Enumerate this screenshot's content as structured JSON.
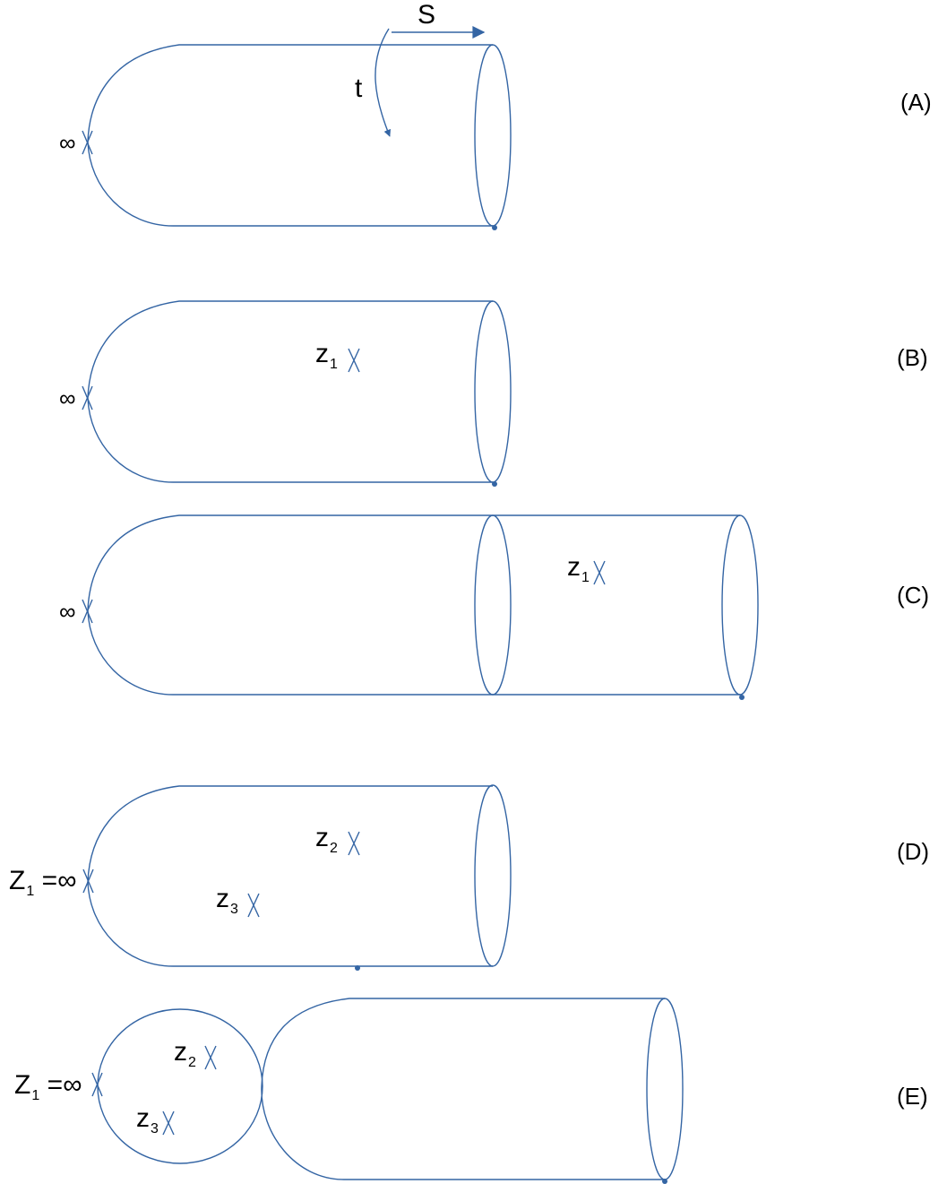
{
  "colors": {
    "line": "#3465a4",
    "text": "#000000",
    "background": "#ffffff"
  },
  "arrows": {
    "s_label": "S",
    "t_label": "t"
  },
  "symbols": {
    "infinity": "∞"
  },
  "marks": {
    "z_main": "z",
    "Z_main": "Z",
    "sub1": "1",
    "sub2": "2",
    "sub3": "3",
    "equals_inf": " =∞"
  },
  "panels": [
    {
      "label": "(A)"
    },
    {
      "label": "(B)"
    },
    {
      "label": "(C)"
    },
    {
      "label": "(D)"
    },
    {
      "label": "(E)"
    }
  ]
}
